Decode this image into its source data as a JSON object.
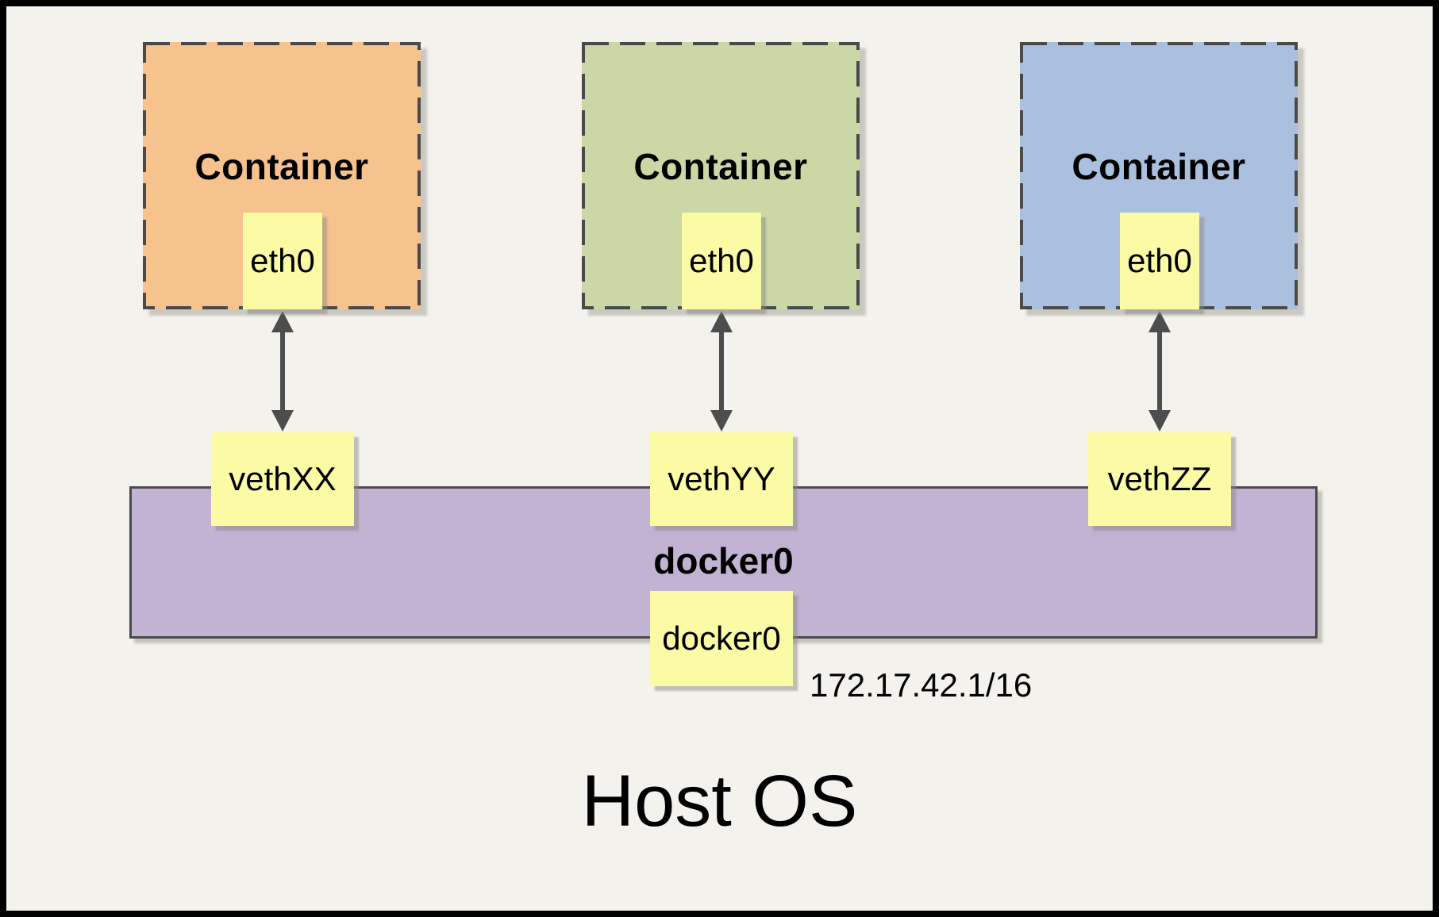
{
  "diagram": {
    "host_os_label": "Host OS",
    "containers": [
      {
        "label": "Container",
        "interface_label": "eth0",
        "veth_label": "vethXX",
        "fill": "#F6C28E"
      },
      {
        "label": "Container",
        "interface_label": "eth0",
        "veth_label": "vethYY",
        "fill": "#CBD8A5"
      },
      {
        "label": "Container",
        "interface_label": "eth0",
        "veth_label": "vethZZ",
        "fill": "#ABBFDF"
      }
    ],
    "bridge": {
      "label": "docker0",
      "interface_label": "docker0",
      "ip_cidr": "172.17.42.1/16",
      "fill": "#C2B3D3"
    },
    "colors": {
      "background": "#F4F2ED",
      "frame_border": "#000000",
      "note_box_yellow": "#FBFBA5",
      "dashed_border_gray": "#4A4A4A",
      "arrow_gray": "#4D4D4D",
      "text": "#000000"
    }
  }
}
